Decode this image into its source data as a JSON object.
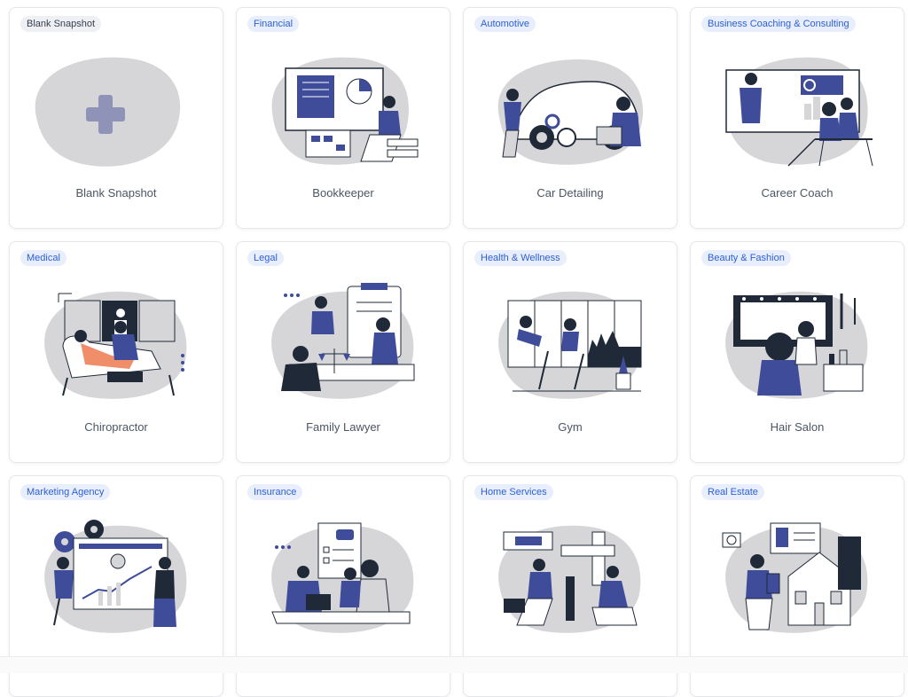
{
  "colors": {
    "accent": "#3f4c9a",
    "blob": "#d6d6d9",
    "ink": "#1f2937",
    "badge_bg": "#e8eefc",
    "badge_text": "#2b5fd9"
  },
  "cards": [
    {
      "category": "Blank Snapshot",
      "title": "Blank Snapshot",
      "icon": "plus-icon"
    },
    {
      "category": "Financial",
      "title": "Bookkeeper",
      "icon": "bookkeeper-illustration"
    },
    {
      "category": "Automotive",
      "title": "Car Detailing",
      "icon": "car-detailing-illustration"
    },
    {
      "category": "Business Coaching & Consulting",
      "title": "Career Coach",
      "icon": "career-coach-illustration"
    },
    {
      "category": "Medical",
      "title": "Chiropractor",
      "icon": "chiropractor-illustration"
    },
    {
      "category": "Legal",
      "title": "Family Lawyer",
      "icon": "family-lawyer-illustration"
    },
    {
      "category": "Health & Wellness",
      "title": "Gym",
      "icon": "gym-illustration"
    },
    {
      "category": "Beauty & Fashion",
      "title": "Hair Salon",
      "icon": "hair-salon-illustration"
    },
    {
      "category": "Marketing Agency",
      "title": "",
      "icon": "marketing-agency-illustration"
    },
    {
      "category": "Insurance",
      "title": "",
      "icon": "insurance-illustration"
    },
    {
      "category": "Home Services",
      "title": "",
      "icon": "home-services-illustration"
    },
    {
      "category": "Real Estate",
      "title": "",
      "icon": "real-estate-illustration"
    }
  ]
}
